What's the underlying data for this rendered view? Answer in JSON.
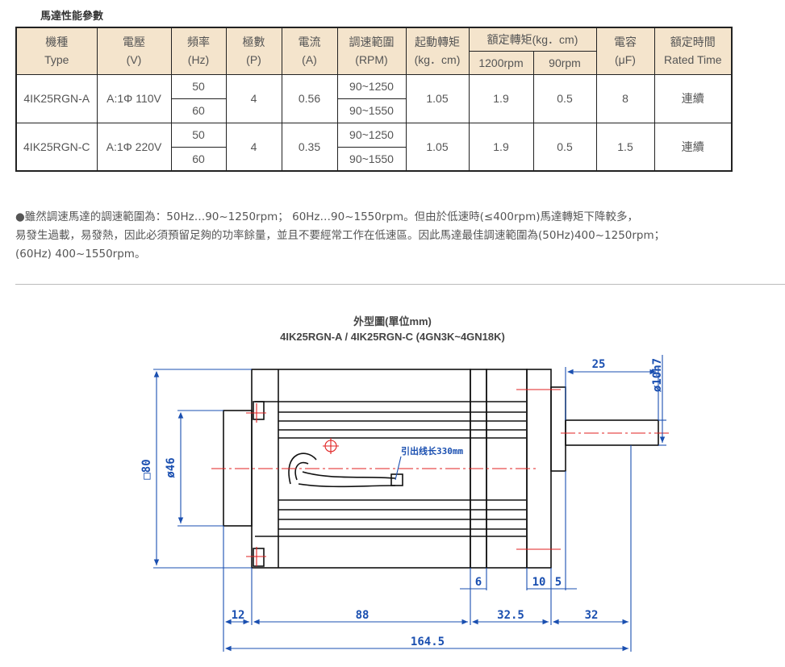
{
  "section_title": "馬達性能參數",
  "table": {
    "headers": {
      "model": [
        "機種",
        "Type"
      ],
      "voltage": [
        "電壓",
        "(V)"
      ],
      "frequency": [
        "頻率",
        "(Hz)"
      ],
      "poles": [
        "極數",
        "(P)"
      ],
      "current": [
        "電流",
        "(A)"
      ],
      "speed_range": [
        "調速範圍",
        "(RPM)"
      ],
      "starting_torque": [
        "起動轉矩",
        "(kg．cm)"
      ],
      "rated_torque": "額定轉矩(kg．cm)",
      "rated_torque_sub": [
        "1200rpm",
        "90rpm"
      ],
      "capacitor": [
        "電容",
        "(μF)"
      ],
      "rated_time": [
        "額定時間",
        "Rated Time"
      ]
    },
    "rows": [
      {
        "model": "4IK25RGN-A",
        "voltage": "A:1Φ 110V",
        "freq": [
          "50",
          "60"
        ],
        "poles": "4",
        "current": "0.56",
        "speed": [
          "90~1250",
          "90~1550"
        ],
        "start_torque": "1.05",
        "torque_1200": "1.9",
        "torque_90": "0.5",
        "capacitor": "8",
        "rated_time": "連續"
      },
      {
        "model": "4IK25RGN-C",
        "voltage": "A:1Φ 220V",
        "freq": [
          "50",
          "60"
        ],
        "poles": "4",
        "current": "0.35",
        "speed": [
          "90~1250",
          "90~1550"
        ],
        "start_torque": "1.05",
        "torque_1200": "1.9",
        "torque_90": "0.5",
        "capacitor": "1.5",
        "rated_time": "連續"
      }
    ]
  },
  "note": {
    "line1": "●雖然調速馬達的調速範圍為：50Hz…90~1250rpm；     60Hz…90~1550rpm。但由於低速時(≤400rpm)馬達轉矩下降較多，",
    "line2": "易發生過載，易發熱，因此必須預留足夠的功率餘量，並且不要經常工作在低速區。因此馬達最佳調速範圍為(50Hz)400~1250rpm；",
    "line3": "(60Hz) 400~1550rpm。"
  },
  "drawing": {
    "title": "外型圖(單位mm)",
    "subtitle": "4IK25RGN-A   /   4IK25RGN-C   (4GN3K~4GN18K)",
    "lead_label": "引出线长330mm",
    "dims": {
      "shaft_len": "25",
      "shaft_dia": "ø10h7",
      "square": "□80",
      "pilot": "ø46",
      "d6": "6",
      "d10": "10",
      "d5": "5",
      "d12": "12",
      "d88": "88",
      "d32_5": "32.5",
      "d32": "32",
      "total": "164.5"
    }
  },
  "colors": {
    "header_bg": "#f4e4cc",
    "dim_blue": "#1a4fb0",
    "center_red": "#e02020"
  }
}
